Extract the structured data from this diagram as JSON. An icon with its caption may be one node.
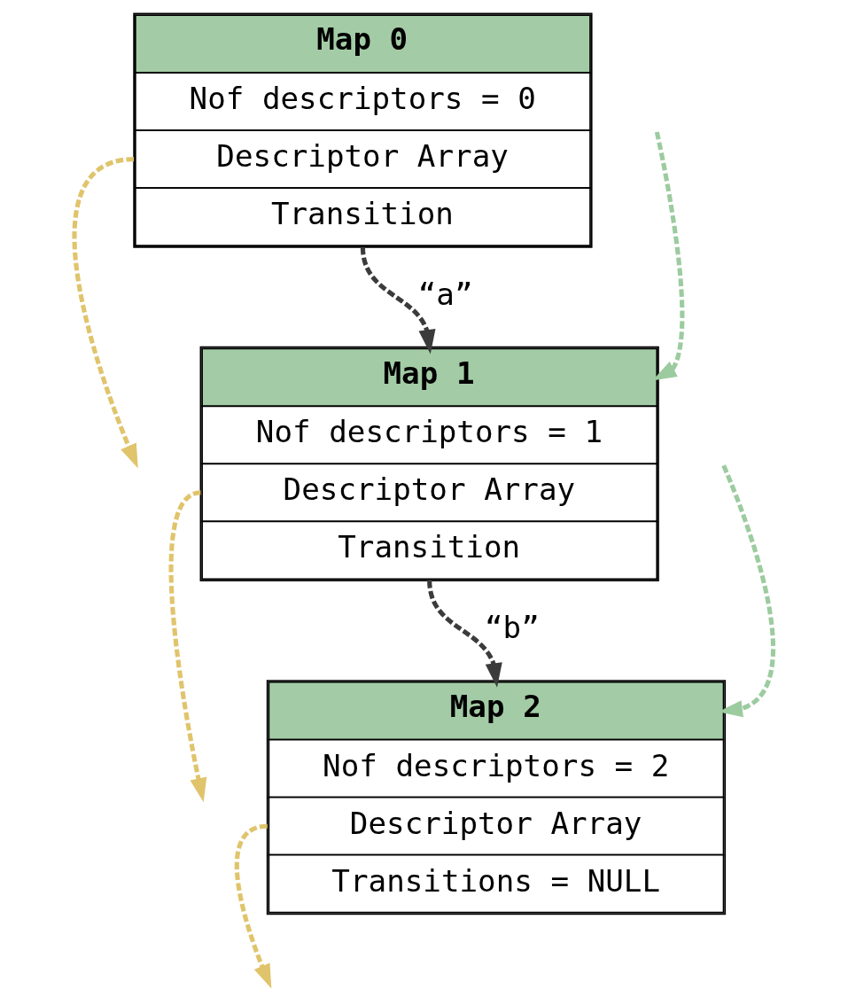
{
  "diagram": {
    "nodes": [
      {
        "text": [
          "Map 0",
          "Nof descriptors = 0",
          "Descriptor Array",
          "Transition"
        ]
      },
      {
        "text": [
          "Map 1",
          "Nof descriptors = 1",
          "Descriptor Array",
          "Transition"
        ]
      },
      {
        "text": [
          "Map 2",
          "Nof descriptors = 2",
          "Descriptor Array",
          "Transitions = NULL"
        ]
      }
    ],
    "edges": [
      {
        "from": 0,
        "to": null,
        "arrow": "to",
        "style": "dashed",
        "color": "#e0c46c"
      },
      {
        "from": 1,
        "to": null,
        "arrow": "to",
        "style": "dashed",
        "color": "#e0c46c"
      },
      {
        "from": 0,
        "to": 1,
        "arrow": "to",
        "label": "“a”",
        "style": "dashed",
        "color": "#3b3b3b"
      },
      {
        "from": null,
        "to": 1,
        "arrow": "to",
        "style": "dashed",
        "color": "#9ccb9f"
      },
      {
        "from": null,
        "to": 2,
        "arrow": "to",
        "style": "dashed",
        "color": "#9ccb9f"
      },
      {
        "from": 1,
        "to": 2,
        "arrow": "to",
        "label": "“b”",
        "style": "dashed",
        "color": "#3b3b3b"
      },
      {
        "from": 2,
        "to": null,
        "arrow": "to",
        "style": "dashed",
        "color": "#e0c46c"
      }
    ]
  }
}
